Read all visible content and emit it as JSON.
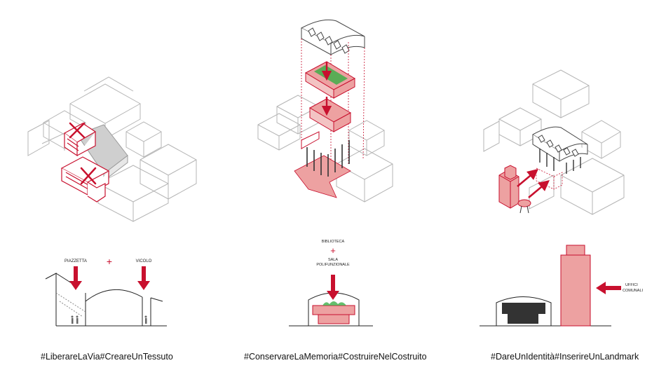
{
  "captions": {
    "left": "#LiberareLaVia#CreareUnTessuto",
    "center": "#ConservareLaMemoria#CostruireNelCostruito",
    "right": "#DareUnIdentità#InserireUnLandmark"
  },
  "section_labels": {
    "piazzetta": "PIAZZETTA",
    "vicolo": "VICOLO",
    "biblioteca": "BIBLIOTECA",
    "sala_line1": "SALA",
    "sala_line2": "POLIFUNZIONALE",
    "uffici_line1": "UFFICI",
    "uffici_line2": "COMUNALI",
    "plus": "+"
  },
  "colors": {
    "accent_red": "#c8102e",
    "pink_fill": "#eda1a1",
    "line_gray": "#b5b5b5",
    "dark_block": "#333333",
    "green_roof": "#3fae49",
    "gray_roof": "#cfcfcf"
  }
}
